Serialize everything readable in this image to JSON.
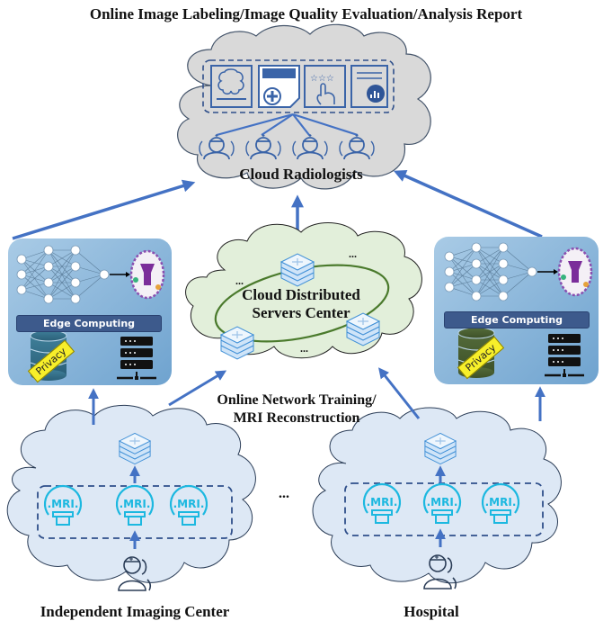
{
  "title": "Online Image Labeling/Image Quality Evaluation/Analysis Report",
  "top_cloud": {
    "label": "Cloud Radiologists",
    "tools": [
      "brain-scan-icon",
      "medical-report-icon",
      "rating-touch-icon",
      "analysis-report-icon"
    ],
    "radiologist_count": 4
  },
  "center_cloud": {
    "label_line1": "Cloud Distributed",
    "label_line2": "Servers Center",
    "ellipsis": "...",
    "caption_line1": "Online Network Training/",
    "caption_line2": "MRI Reconstruction"
  },
  "edge_left": {
    "title": "Edge Computing",
    "privacy": "Privacy"
  },
  "edge_right": {
    "title": "Edge Computing",
    "privacy": "Privacy"
  },
  "site_left": {
    "label": "Independent Imaging Center",
    "mri_label": ".MRI."
  },
  "site_right": {
    "label": "Hospital",
    "mri_label": ".MRI."
  },
  "between_sites": "...",
  "colors": {
    "arrow": "#4472c4",
    "top_cloud_fill": "#d9d9d9",
    "center_cloud_fill": "#e2efda",
    "site_cloud_fill": "#dde8f5",
    "edge_box": "#8fbbdc",
    "mri_cyan": "#1cb8e0",
    "ring_green": "#4a7a2c"
  }
}
